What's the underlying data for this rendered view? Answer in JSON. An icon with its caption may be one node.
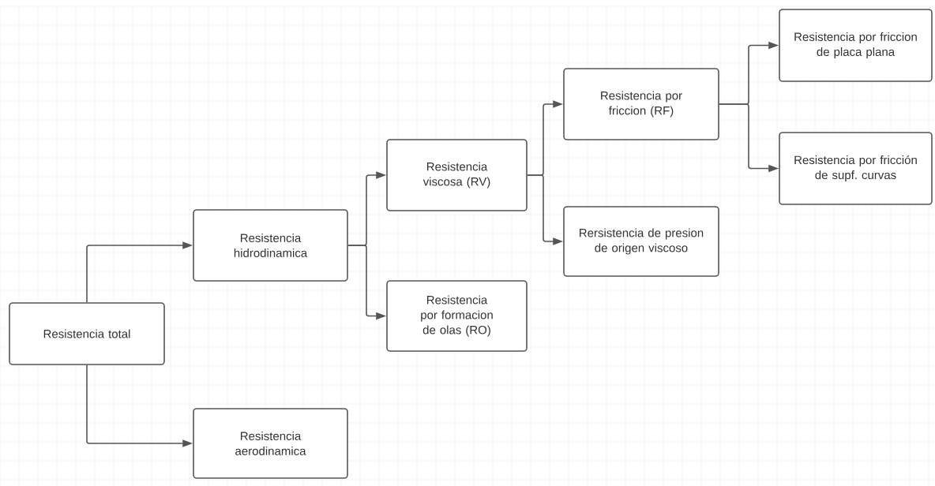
{
  "diagram": {
    "nodes": [
      {
        "text": [
          "Resistencia total"
        ]
      },
      {
        "text": [
          "Resistencia hidrodinamica"
        ]
      },
      {
        "text": [
          "Resistencia aerodinamica"
        ]
      },
      {
        "text": [
          "Resistencia viscosa (RV)"
        ]
      },
      {
        "text": [
          "Resistencia por formacion de olas (RO)"
        ]
      },
      {
        "text": [
          "Resistencia por friccion (RF)"
        ]
      },
      {
        "text": [
          "Rersistencia de presion de origen viscoso"
        ]
      },
      {
        "text": [
          "Resistencia por friccion de placa plana"
        ]
      },
      {
        "text": [
          "Resistencia por fricción de supf. curvas"
        ]
      }
    ],
    "edges": [
      {
        "from": 0,
        "to": 1,
        "arrow": "to"
      },
      {
        "from": 0,
        "to": 2,
        "arrow": "to"
      },
      {
        "from": 1,
        "to": 3,
        "arrow": "to"
      },
      {
        "from": 1,
        "to": 4,
        "arrow": "to"
      },
      {
        "from": 3,
        "to": 5,
        "arrow": "to"
      },
      {
        "from": 3,
        "to": 6,
        "arrow": "to"
      },
      {
        "from": 5,
        "to": 7,
        "arrow": "to"
      },
      {
        "from": 5,
        "to": 8,
        "arrow": "to"
      }
    ]
  }
}
